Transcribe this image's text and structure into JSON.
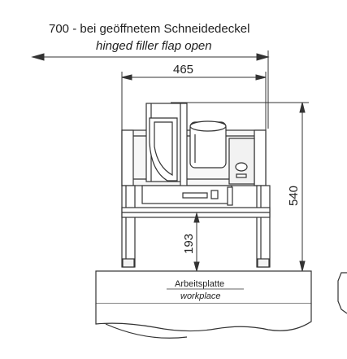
{
  "header": {
    "width_open_label": "700 - bei geöffnetem Schneidedeckel",
    "width_open_label_en": "hinged filler flap open"
  },
  "dimensions": {
    "body_width": "465",
    "total_height": "540",
    "stand_height": "193"
  },
  "base": {
    "label_de": "Arbeitsplatte",
    "label_en": "workplace"
  },
  "colors": {
    "line": "#333333",
    "fill_light": "#ffffff",
    "fill_shade": "#f2f2f2",
    "text": "#222222"
  }
}
